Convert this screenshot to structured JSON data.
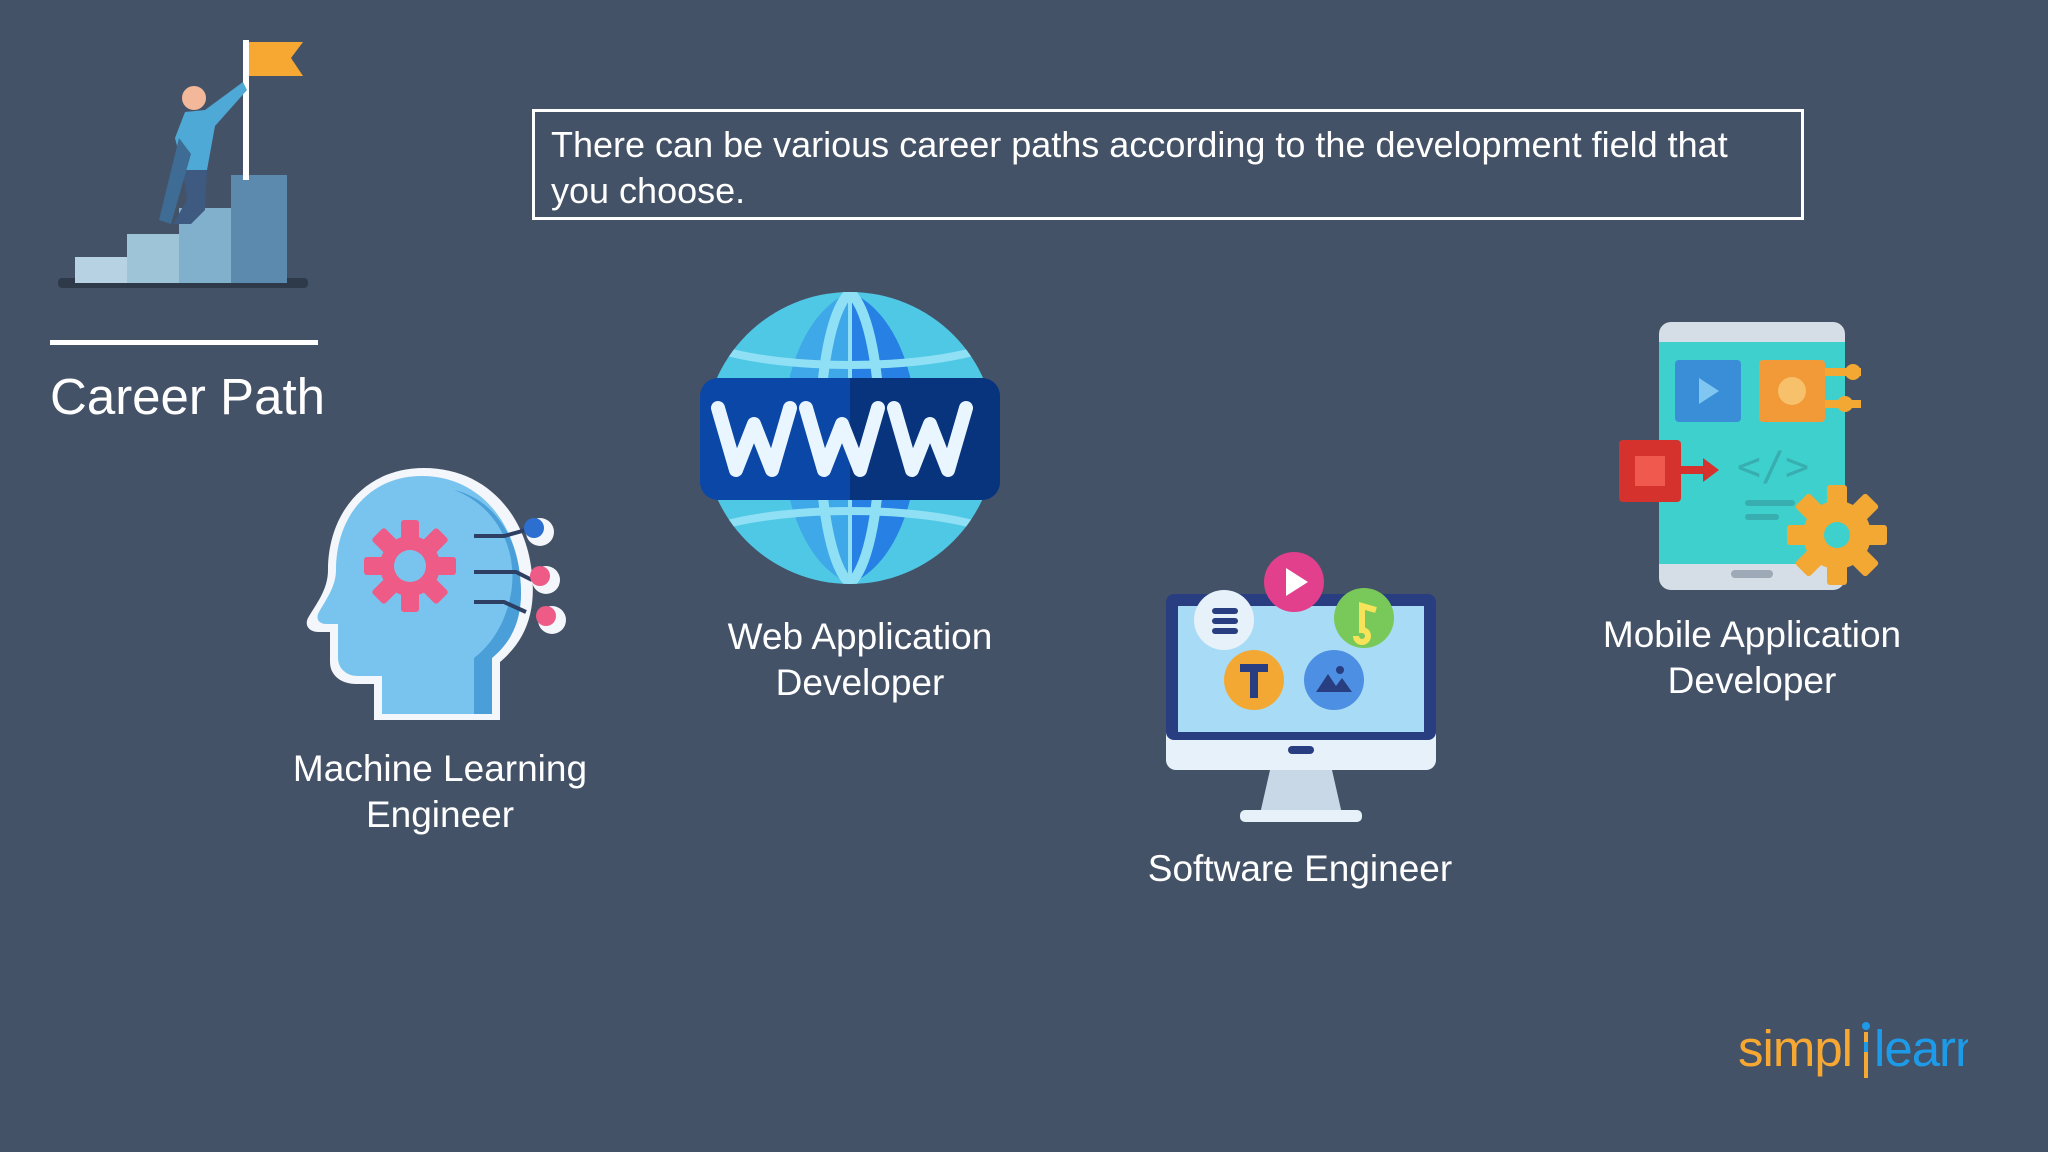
{
  "slide": {
    "title": "Career Path",
    "intro_text": "There can be various career paths according to the development field that you choose."
  },
  "roles": [
    {
      "label": "Machine Learning Engineer",
      "icon": "ml-head-gear-icon"
    },
    {
      "label": "Web Application Developer",
      "icon": "globe-www-icon"
    },
    {
      "label": "Software Engineer",
      "icon": "desktop-monitor-icon"
    },
    {
      "label": "Mobile Application Developer",
      "icon": "mobile-app-dev-icon"
    }
  ],
  "brand": {
    "logo_text_left": "simpl",
    "logo_text_right": "learn",
    "accent_orange": "#F7A833",
    "accent_blue": "#1E9BE8"
  },
  "colors": {
    "background": "#445267",
    "text": "#FFFFFF"
  }
}
